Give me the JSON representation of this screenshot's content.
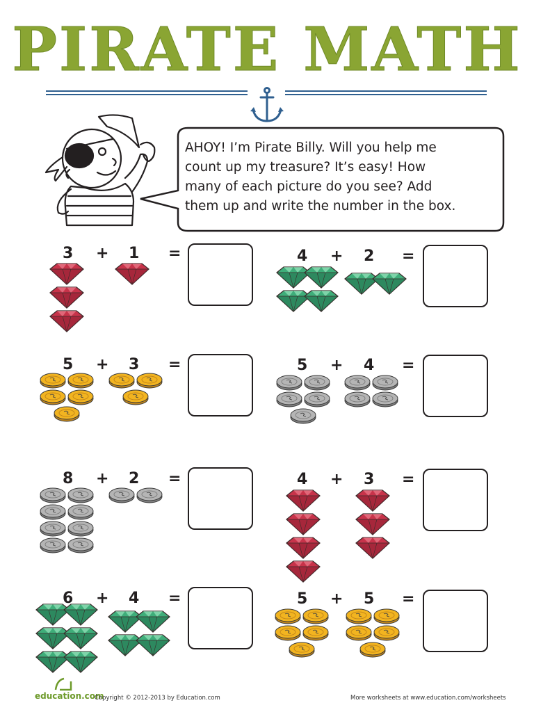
{
  "header": {
    "title": "PIRATE MATH",
    "anchor_icon": "anchor-icon"
  },
  "intro": {
    "lines": [
      "AHOY! I’m Pirate Billy. Will you help me",
      "count up my treasure? It’s easy! How",
      "many of each picture do you see? Add",
      "them up and write the number in the box."
    ]
  },
  "colors": {
    "title_green": "#8aa533",
    "rule_blue": "#2f5f8f",
    "ruby": "#c8334a",
    "emerald": "#3fae7a",
    "gold": "#f2b420",
    "silver": "#b5b5b5"
  },
  "problems": [
    {
      "a": "3",
      "plus": "+",
      "b": "1",
      "eq": "=",
      "item": "ruby",
      "count_a": 3,
      "count_b": 1
    },
    {
      "a": "4",
      "plus": "+",
      "b": "2",
      "eq": "=",
      "item": "emerald",
      "count_a": 4,
      "count_b": 2
    },
    {
      "a": "5",
      "plus": "+",
      "b": "3",
      "eq": "=",
      "item": "gold",
      "count_a": 5,
      "count_b": 3
    },
    {
      "a": "5",
      "plus": "+",
      "b": "4",
      "eq": "=",
      "item": "silver",
      "count_a": 5,
      "count_b": 4
    },
    {
      "a": "8",
      "plus": "+",
      "b": "2",
      "eq": "=",
      "item": "silver",
      "count_a": 8,
      "count_b": 2
    },
    {
      "a": "4",
      "plus": "+",
      "b": "3",
      "eq": "=",
      "item": "ruby",
      "count_a": 4,
      "count_b": 3
    },
    {
      "a": "6",
      "plus": "+",
      "b": "4",
      "eq": "=",
      "item": "emerald",
      "count_a": 6,
      "count_b": 4
    },
    {
      "a": "5",
      "plus": "+",
      "b": "5",
      "eq": "=",
      "item": "gold",
      "count_a": 5,
      "count_b": 5
    }
  ],
  "footer": {
    "logo_text": "education.com",
    "copyright": "Copyright © 2012-2013 by Education.com",
    "more": "More worksheets at www.education.com/worksheets"
  }
}
